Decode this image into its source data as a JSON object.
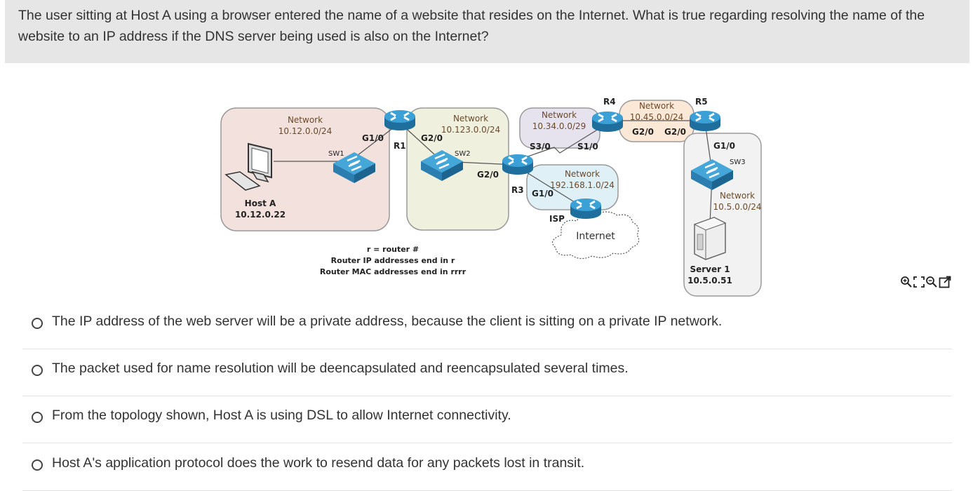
{
  "question": "The user sitting at Host A using a browser entered the name of a website that resides on the Internet. What is true regarding resolving the name of the website to an IP address if the DNS server being used is also on the Internet?",
  "diagram": {
    "net1": {
      "title": "Network",
      "addr": "10.12.0.0/24"
    },
    "net2": {
      "title": "Network",
      "addr": "10.123.0.0/24"
    },
    "net3": {
      "title": "Network",
      "addr": "10.34.0.0/29"
    },
    "net4": {
      "title": "Network",
      "addr": "10.45.0.0/24"
    },
    "net5": {
      "title": "Network",
      "addr": "192.168.1.0/24"
    },
    "net6": {
      "title": "Network",
      "addr": "10.5.0.0/24"
    },
    "host_a": {
      "name": "Host A",
      "ip": "10.12.0.22"
    },
    "server1": {
      "name": "Server 1",
      "ip": "10.5.0.51"
    },
    "routers": {
      "r1": "R1",
      "r3": "R3",
      "r4": "R4",
      "r5": "R5",
      "isp": "ISP"
    },
    "switches": {
      "sw1": "SW1",
      "sw2": "SW2",
      "sw3": "SW3"
    },
    "interfaces": {
      "r1_g10": "G1/0",
      "r1_g20": "G2/0",
      "r3_g20": "G2/0",
      "r3_s30": "S3/0",
      "r4_s10": "S1/0",
      "r3_g10": "G1/0",
      "r4_g20": "G2/0",
      "r5_g20": "G2/0",
      "r5_g10": "G1/0"
    },
    "internet": "Internet",
    "legend": [
      "r = router #",
      "Router IP addresses end in r",
      "Router MAC addresses end in rrrr"
    ],
    "colors": {
      "net1": "#f2e1dd",
      "net2": "#eff0dd",
      "net3": "#e6e2ee",
      "net4": "#fbe8d7",
      "net5": "#dff0f7",
      "net6": "#f2f2f2",
      "router": "#2e8fc6",
      "label": "#6b4a2a"
    }
  },
  "options": [
    {
      "text": "The IP address of the web server will be a private address, because the client is sitting on a private IP network."
    },
    {
      "text": "The packet used for name resolution will be deencapsulated and reencapsulated several times."
    },
    {
      "text": "From the topology shown, Host A is using DSL to allow Internet connectivity."
    },
    {
      "text": "Host A's application protocol does the work to resend data for any packets lost in transit."
    }
  ]
}
